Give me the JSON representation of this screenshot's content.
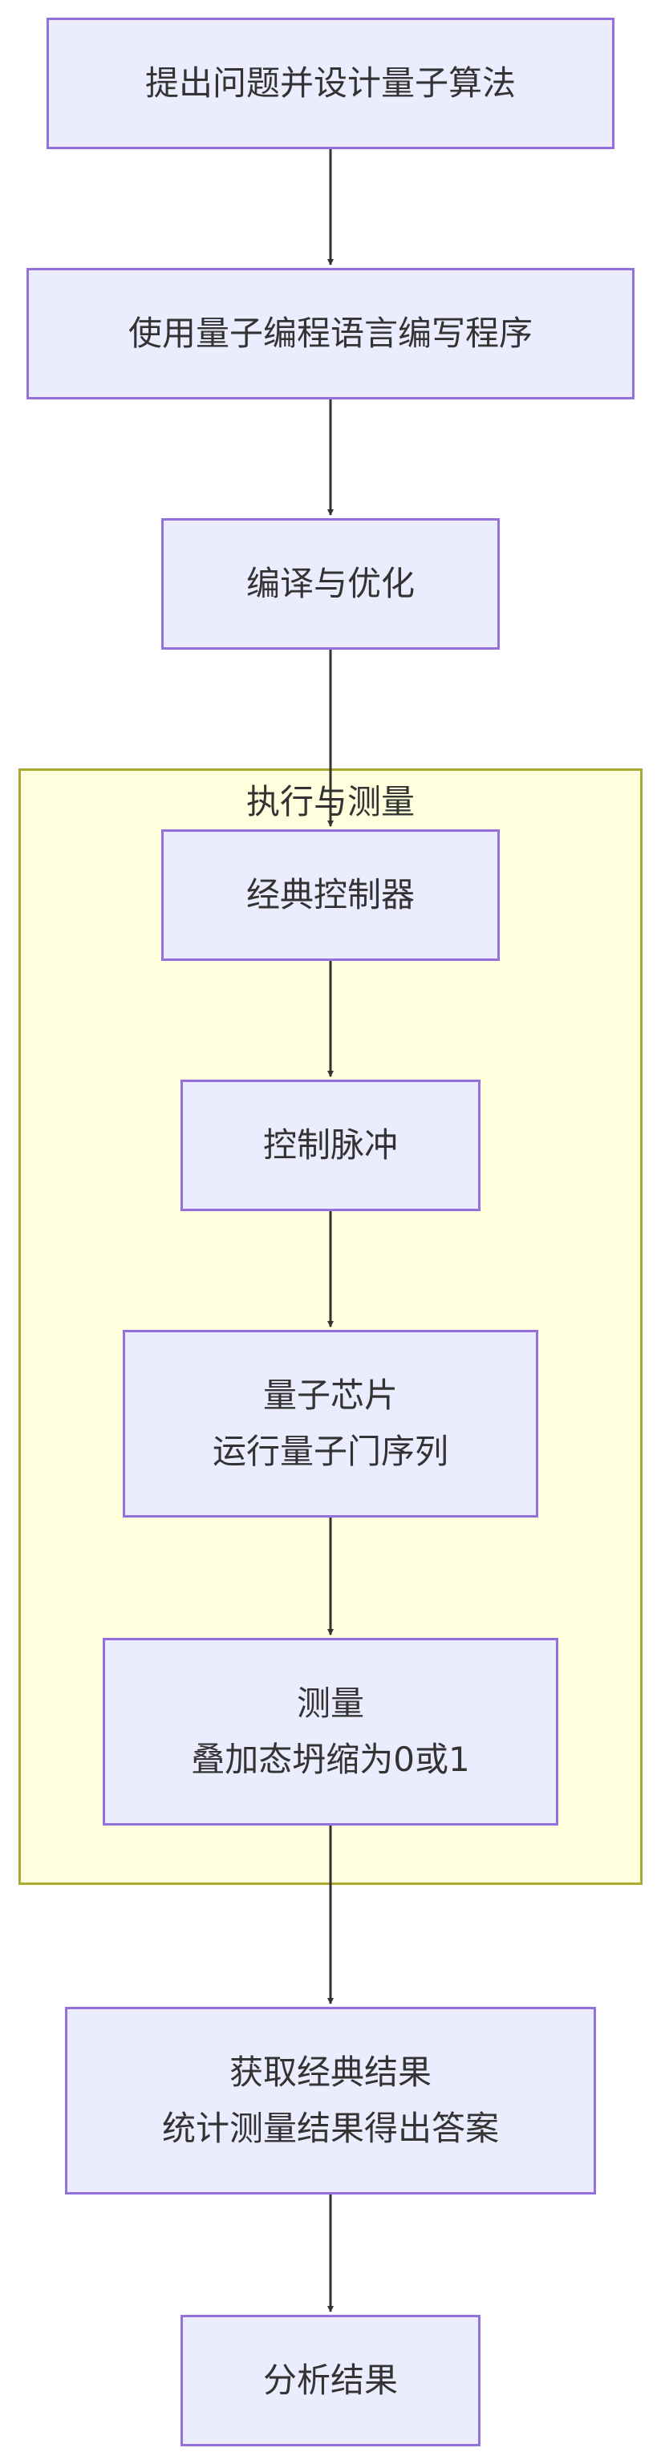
{
  "diagram": {
    "nodes": [
      {
        "id": "n1",
        "lines": [
          "提出问题并设计量子算法"
        ]
      },
      {
        "id": "n2",
        "lines": [
          "使用量子编程语言编写程序"
        ]
      },
      {
        "id": "n3",
        "lines": [
          "编译与优化"
        ]
      },
      {
        "id": "n4",
        "lines": [
          "经典控制器"
        ]
      },
      {
        "id": "n5",
        "lines": [
          "控制脉冲"
        ]
      },
      {
        "id": "n6",
        "lines": [
          "量子芯片",
          "运行量子门序列"
        ]
      },
      {
        "id": "n7",
        "lines": [
          "测量",
          "叠加态坍缩为0或1"
        ]
      },
      {
        "id": "n8",
        "lines": [
          "获取经典结果",
          "统计测量结果得出答案"
        ]
      },
      {
        "id": "n9",
        "lines": [
          "分析结果"
        ]
      }
    ],
    "cluster": {
      "title": "执行与测量"
    },
    "edges": [
      {
        "from": "n1",
        "to": "n2"
      },
      {
        "from": "n2",
        "to": "n3"
      },
      {
        "from": "n3",
        "to": "n4"
      },
      {
        "from": "n4",
        "to": "n5"
      },
      {
        "from": "n5",
        "to": "n6"
      },
      {
        "from": "n6",
        "to": "n7"
      },
      {
        "from": "n7",
        "to": "n8"
      },
      {
        "from": "n8",
        "to": "n9"
      }
    ],
    "colors": {
      "node_fill": "#ECECFF",
      "node_stroke": "#9370DB",
      "cluster_fill": "#FFFFDE",
      "cluster_stroke": "#AAAA33",
      "edge": "#333333",
      "text": "#333333"
    }
  }
}
